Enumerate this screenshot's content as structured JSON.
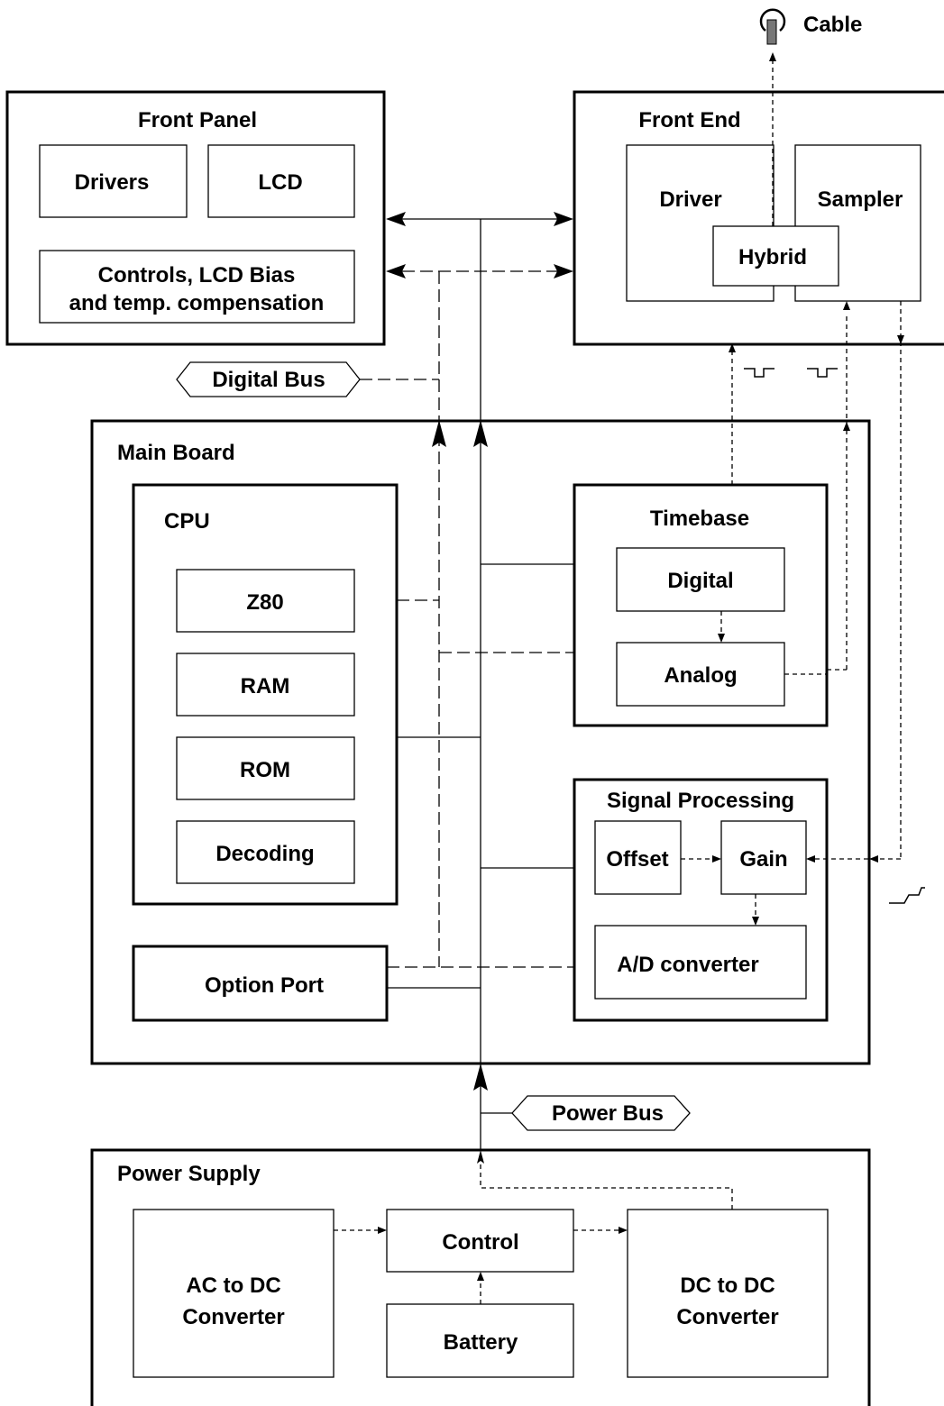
{
  "labels": {
    "cable": "Cable",
    "front_panel": "Front Panel",
    "drivers": "Drivers",
    "lcd": "LCD",
    "controls_line1": "Controls, LCD Bias",
    "controls_line2": "and temp. compensation",
    "front_end": "Front End",
    "driver": "Driver",
    "sampler": "Sampler",
    "hybrid": "Hybrid",
    "digital_bus": "Digital Bus",
    "main_board": "Main Board",
    "cpu": "CPU",
    "z80": "Z80",
    "ram": "RAM",
    "rom": "ROM",
    "decoding": "Decoding",
    "timebase": "Timebase",
    "digital": "Digital",
    "analog": "Analog",
    "signal_processing": "Signal Processing",
    "offset": "Offset",
    "gain": "Gain",
    "ad_converter": "A/D converter",
    "option_port": "Option Port",
    "power_bus": "Power Bus",
    "power_supply": "Power Supply",
    "control": "Control",
    "ac_dc_line1": "AC to DC",
    "ac_dc_line2": "Converter",
    "dc_dc_line1": "DC to DC",
    "dc_dc_line2": "Converter",
    "battery": "Battery"
  },
  "icons": {
    "cable": "antenna-connector-icon"
  },
  "colors": {
    "line": "#000000",
    "background": "#ffffff"
  }
}
